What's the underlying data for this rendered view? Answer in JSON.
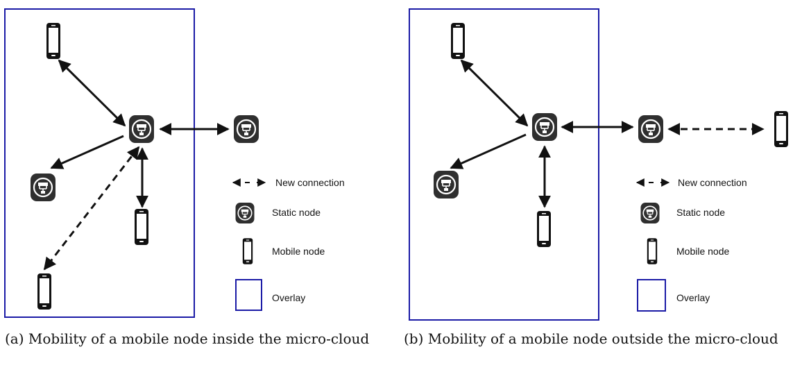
{
  "panels": [
    {
      "legend": {
        "new_connection": "New connection",
        "static_node": "Static node",
        "mobile_node": "Mobile node",
        "overlay": "Overlay"
      },
      "caption": "(a) Mobility of a mobile node inside the micro-cloud"
    },
    {
      "legend": {
        "new_connection": "New connection",
        "static_node": "Static node",
        "mobile_node": "Mobile node",
        "overlay": "Overlay"
      },
      "caption": "(b) Mobility of a mobile node outside the micro-cloud"
    }
  ],
  "colors": {
    "overlay_border": "#1a1aa6",
    "node_fill": "#2f2f2f",
    "edge": "#111111"
  },
  "icons": [
    "static-node-icon",
    "mobile-node-icon",
    "arrow-icon"
  ]
}
